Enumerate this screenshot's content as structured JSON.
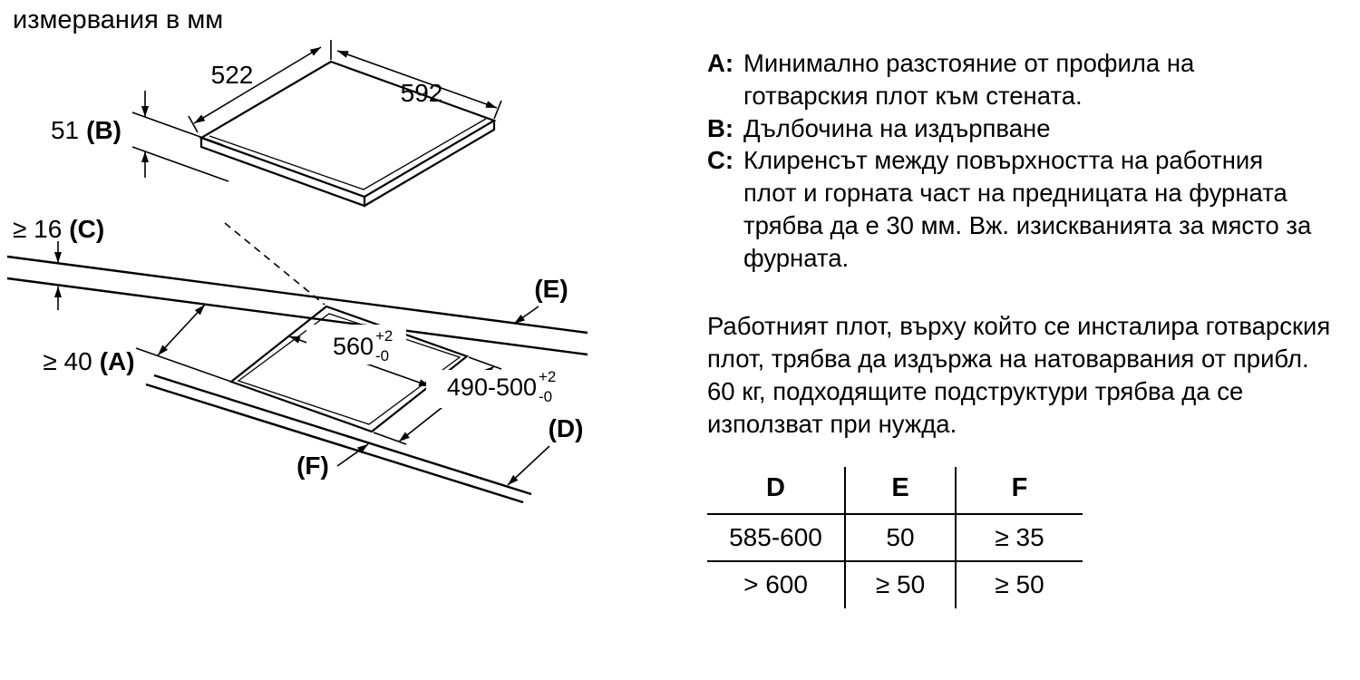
{
  "title": "измервания в мм",
  "diagram": {
    "dim_width_back": "522",
    "dim_width_front": "592",
    "dim_pullout_value": "51",
    "dim_pullout_letter": "(B)",
    "dim_thickness_value": "≥ 16",
    "dim_thickness_letter": "(C)",
    "dim_wall_value": "≥ 40",
    "dim_wall_letter": "(A)",
    "cutout_width_value": "560",
    "cutout_width_tol_upper": "+2",
    "cutout_width_tol_lower": "-0",
    "cutout_depth_value": "490-500",
    "cutout_depth_tol_upper": "+2",
    "cutout_depth_tol_lower": "-0",
    "label_side_clearance": "(E)",
    "label_front_clearance": "(D)",
    "label_front_edge": "(F)"
  },
  "legend": {
    "items": [
      {
        "letter": "A:",
        "text": "Минимално разстояние от профила на готварския плот към стената."
      },
      {
        "letter": "B:",
        "text": "Дълбочина на издърпване"
      },
      {
        "letter": "C:",
        "text": "Клиренсът между повърхността на работния плот и горната част на предницата на фурната трябва да е 30 мм. Вж. изискванията за място за фурната."
      }
    ]
  },
  "paragraph": "Работният плот, върху който се инсталира готварския плот, трябва да издържа на натоварвания от прибл. 60 кг, подходящите подструктури трябва да се използват при нужда.",
  "table": {
    "headers": [
      "D",
      "E",
      "F"
    ],
    "rows": [
      [
        "585-600",
        "50",
        "≥ 35"
      ],
      [
        "> 600",
        "≥ 50",
        "≥ 50"
      ]
    ]
  }
}
